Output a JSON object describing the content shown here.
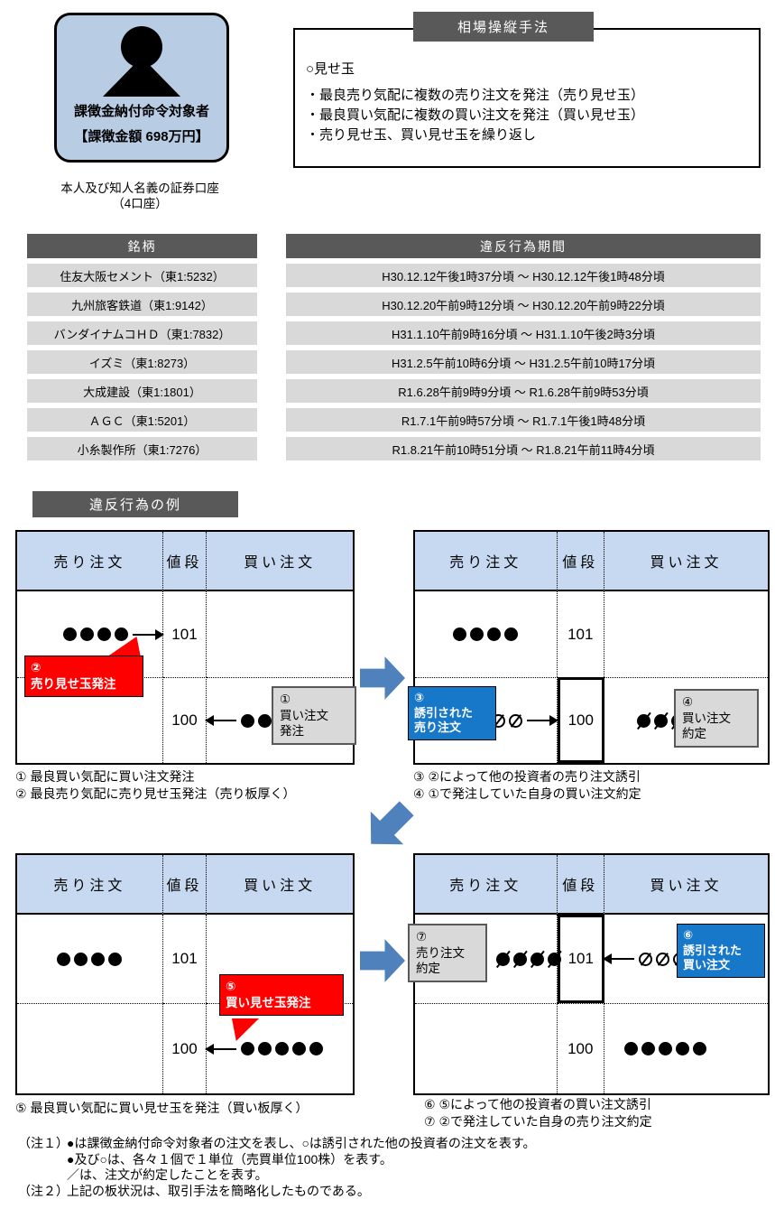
{
  "colors": {
    "section_header": "#595959",
    "row_fill": "#D9D9D9",
    "book_header_fill": "#C6D9F0",
    "offender_fill": "#B8CCE4",
    "arrow_blue": "#4F81BD",
    "callout_red": "#FF0000",
    "callout_blue": "#1777C9"
  },
  "offender": {
    "title": "課徴金納付命令対象者",
    "amount": "【課徴金額 698万円】",
    "caption_lines": [
      "本人及び知人名義の証券口座",
      "（4口座）"
    ]
  },
  "method": {
    "header": "相場操縦手法",
    "title": "○見せ玉",
    "bullets": [
      "・最良売り気配に複数の売り注文を発注（売り見せ玉）",
      "・最良買い気配に複数の買い注文を発注（買い見せ玉）",
      "・売り見せ玉、買い見せ玉を繰り返し"
    ]
  },
  "stocks": {
    "header": "銘柄",
    "rows": [
      "住友大阪セメント（東1:5232）",
      "九州旅客鉄道（東1:9142）",
      "バンダイナムコＨＤ（東1:7832）",
      "イズミ（東1:8273）",
      "大成建設（東1:1801）",
      "ＡＧＣ（東1:5201）",
      "小糸製作所（東1:7276）"
    ]
  },
  "periods": {
    "header": "違反行為期間",
    "rows": [
      "H30.12.12午後1時37分頃 ～ H30.12.12午後1時48分頃",
      "H30.12.20午前9時12分頃 ～ H30.12.20午前9時22分頃",
      "H31.1.10午前9時16分頃 ～ H31.1.10午後2時3分頃",
      "H31.2.5午前10時6分頃 ～ H31.2.5午前10時17分頃",
      "R1.6.28午前9時9分頃 ～ R1.6.28午前9時53分頃",
      "R1.7.1午前9時57分頃 ～ R1.7.1午後1時48分頃",
      "R1.8.21午前10時51分頃 ～ R1.8.21午前11時4分頃"
    ]
  },
  "example": {
    "header": "違反行為の例",
    "col_headers": [
      "売り注文",
      "値段",
      "買い注文"
    ],
    "books": {
      "tl": {
        "r101": {
          "price": "101",
          "sell_dots": {
            "count": 4,
            "style": "filled"
          }
        },
        "r100": {
          "price": "100",
          "buy_dots": {
            "count": 3,
            "style": "filled"
          }
        }
      },
      "tr": {
        "r101": {
          "price": "101",
          "sell_dots": {
            "count": 4,
            "style": "filled"
          }
        },
        "r100": {
          "price": "100",
          "sell_dots": {
            "count": 3,
            "style": "hollow-slashed"
          },
          "buy_dots": {
            "count": 3,
            "style": "filled-slashed"
          }
        }
      },
      "bl": {
        "r101": {
          "price": "101",
          "sell_dots": {
            "count": 4,
            "style": "filled"
          }
        },
        "r100": {
          "price": "100",
          "buy_dots": {
            "count": 5,
            "style": "filled"
          }
        }
      },
      "br": {
        "r101": {
          "price": "101",
          "sell_dots": {
            "count": 4,
            "style": "filled-slashed"
          },
          "buy_dots": {
            "count": 4,
            "style": "hollow-slashed"
          }
        },
        "r100": {
          "price": "100",
          "buy_dots": {
            "count": 5,
            "style": "filled"
          }
        }
      }
    },
    "callouts": {
      "c1": {
        "num": "①",
        "lines": [
          "買い注文",
          "発注"
        ]
      },
      "c2": {
        "num": "②",
        "text": "売り見せ玉発注"
      },
      "c3": {
        "num": "③",
        "lines": [
          "誘引された",
          "売り注文"
        ]
      },
      "c4": {
        "num": "④",
        "lines": [
          "買い注文",
          "約定"
        ]
      },
      "c5": {
        "num": "⑤",
        "text": "買い見せ玉発注"
      },
      "c6": {
        "num": "⑥",
        "lines": [
          "誘引された",
          "買い注文"
        ]
      },
      "c7": {
        "num": "⑦",
        "lines": [
          "売り注文",
          "約定"
        ]
      }
    },
    "captions": {
      "tl": [
        "① 最良買い気配に買い注文発注",
        "② 最良売り気配に売り見せ玉発注（売り板厚く）"
      ],
      "tr": [
        "③ ②によって他の投資者の売り注文誘引",
        "④ ①で発注していた自身の買い注文約定"
      ],
      "bl": [
        "⑤ 最良買い気配に買い見せ玉を発注（買い板厚く）"
      ],
      "br": [
        "⑥ ⑤によって他の投資者の買い注文誘引",
        "⑦ ②で発注していた自身の売り注文約定"
      ]
    }
  },
  "notes": {
    "note1": {
      "label": "（注１）",
      "lines": [
        "●は課徴金納付命令対象者の注文を表し、○は誘引された他の投資者の注文を表す。",
        "●及び○は、各々１個で１単位（売買単位100株）を表す。",
        "／は、注文が約定したことを表す。"
      ]
    },
    "note2": {
      "label": "（注２）",
      "lines": [
        "上記の板状況は、取引手法を簡略化したものである。"
      ]
    }
  }
}
